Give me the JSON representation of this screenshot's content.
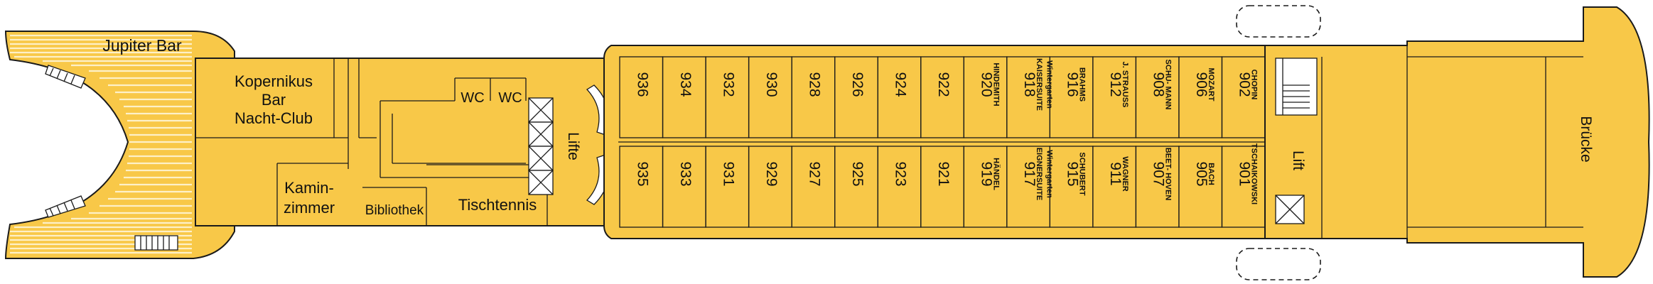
{
  "colors": {
    "deck_fill": "#f8c848",
    "outline": "#1a1a1a",
    "stripe": "#fdf0c8"
  },
  "venues": {
    "jupiter_bar": "Jupiter Bar",
    "kopernikus": [
      "Kopernikus",
      "Bar",
      "Nacht-Club"
    ],
    "kaminzimmer": [
      "Kamin-",
      "zimmer"
    ],
    "bibliothek": "Bibliothek",
    "tischtennis": "Tischtennis",
    "wc": "WC",
    "lifte": "Lifte",
    "lift": "Lift",
    "bruecke": "Brücke"
  },
  "cabins_top": [
    {
      "num": "936",
      "name": ""
    },
    {
      "num": "934",
      "name": ""
    },
    {
      "num": "932",
      "name": ""
    },
    {
      "num": "930",
      "name": ""
    },
    {
      "num": "928",
      "name": ""
    },
    {
      "num": "926",
      "name": ""
    },
    {
      "num": "924",
      "name": ""
    },
    {
      "num": "922",
      "name": ""
    },
    {
      "num": "920",
      "name": "HINDEMITH"
    },
    {
      "num": "918",
      "name": "KAISERSUITE",
      "extra": "Wintergarten"
    },
    {
      "num": "916",
      "name": "BRAHMS"
    },
    {
      "num": "912",
      "name": "J. STRAUSS"
    },
    {
      "num": "908",
      "name": "SCHU- MANN"
    },
    {
      "num": "906",
      "name": "MOZART"
    },
    {
      "num": "902",
      "name": "CHOPIN"
    }
  ],
  "cabins_bottom": [
    {
      "num": "935",
      "name": ""
    },
    {
      "num": "933",
      "name": ""
    },
    {
      "num": "931",
      "name": ""
    },
    {
      "num": "929",
      "name": ""
    },
    {
      "num": "927",
      "name": ""
    },
    {
      "num": "925",
      "name": ""
    },
    {
      "num": "923",
      "name": ""
    },
    {
      "num": "921",
      "name": ""
    },
    {
      "num": "919",
      "name": "HÄNDEL"
    },
    {
      "num": "917",
      "name": "EIGNERSUITE",
      "extra": "Wintergarten"
    },
    {
      "num": "915",
      "name": "SCHUBERT"
    },
    {
      "num": "911",
      "name": "WAGNER"
    },
    {
      "num": "907",
      "name": "BEET- HOVEN"
    },
    {
      "num": "905",
      "name": "BACH"
    },
    {
      "num": "901",
      "name": "TSCHAIKOWSKI"
    }
  ]
}
